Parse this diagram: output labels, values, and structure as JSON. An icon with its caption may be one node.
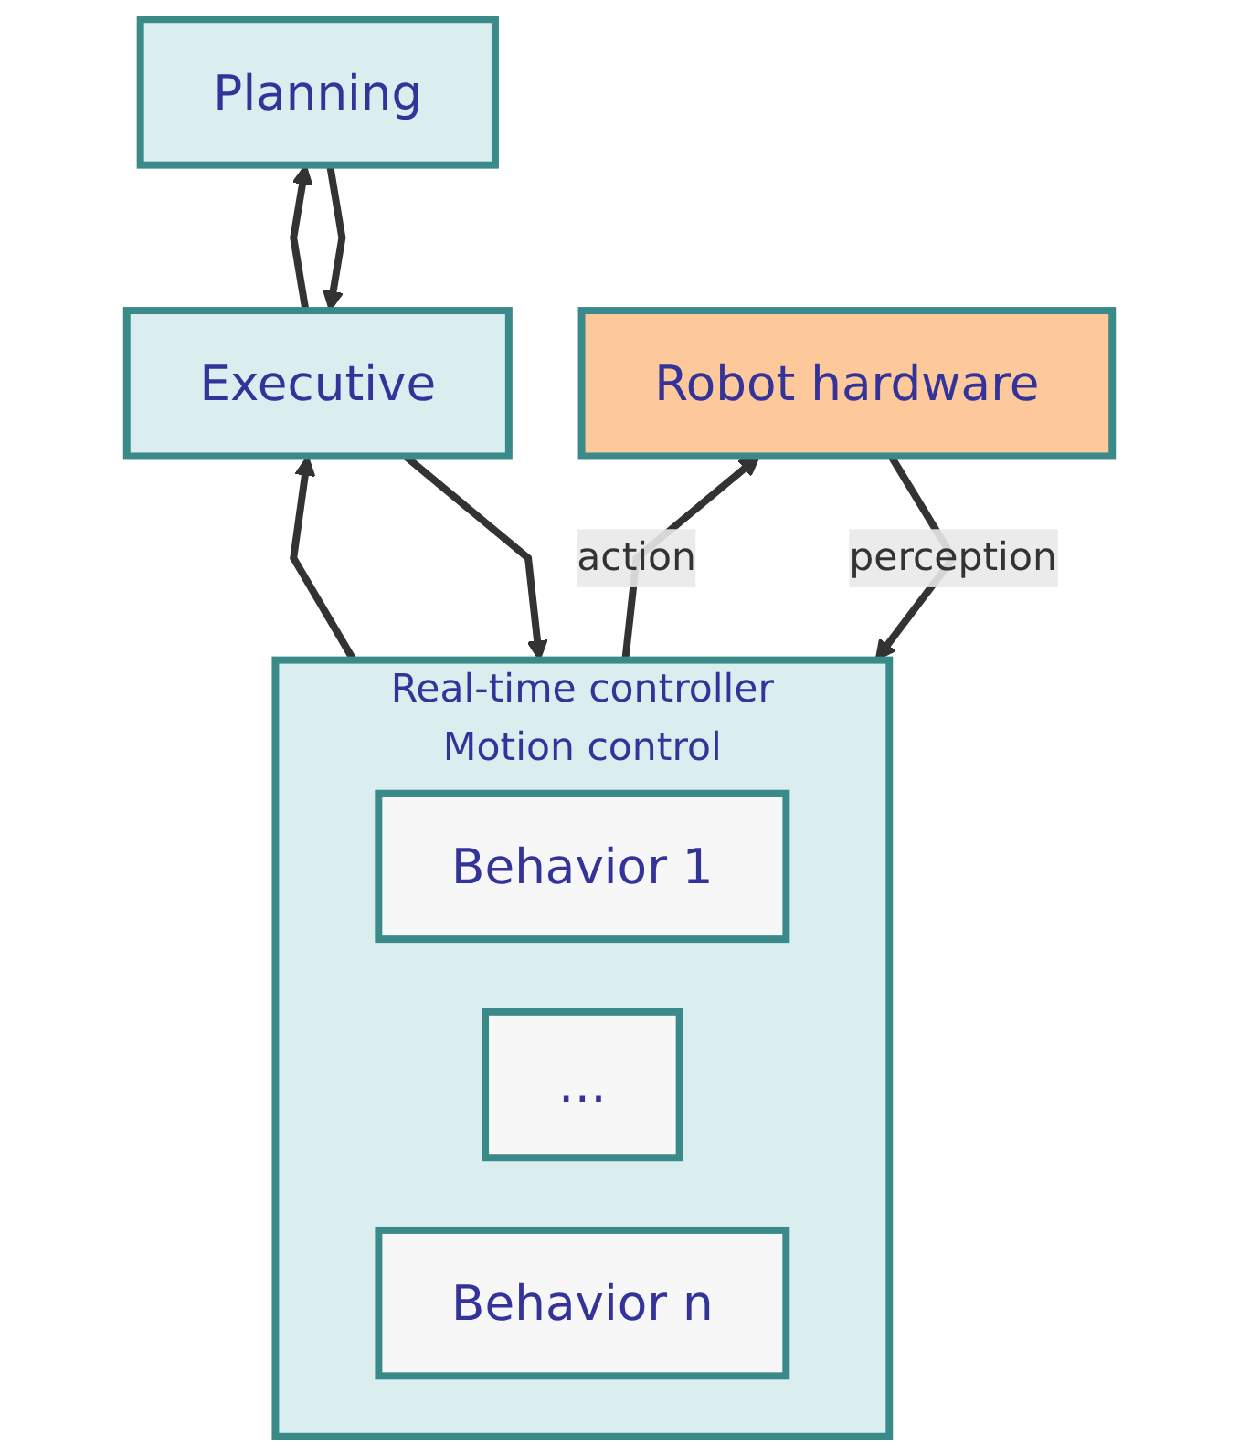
{
  "diagram": {
    "nodes": [
      {
        "text": [
          "Planning"
        ]
      },
      {
        "text": [
          "Executive"
        ]
      },
      {
        "text": [
          "Real-time controller",
          "Motion control"
        ]
      },
      {
        "text": [
          "Behavior 1"
        ],
        "in": 2
      },
      {
        "text": [
          "…"
        ],
        "in": 2
      },
      {
        "text": [
          "Behavior n"
        ],
        "in": 2
      },
      {
        "text": [
          "Robot hardware"
        ]
      }
    ],
    "edges": [
      {
        "from": 0,
        "to": 1,
        "arrow": "to"
      },
      {
        "from": 1,
        "to": 0,
        "arrow": "to"
      },
      {
        "from": 1,
        "to": 2,
        "arrow": "to"
      },
      {
        "from": 2,
        "to": 1,
        "arrow": "to"
      },
      {
        "from": 2,
        "to": 6,
        "arrow": "to",
        "label": "action"
      },
      {
        "from": 6,
        "to": 2,
        "arrow": "to",
        "label": "perception"
      }
    ]
  }
}
